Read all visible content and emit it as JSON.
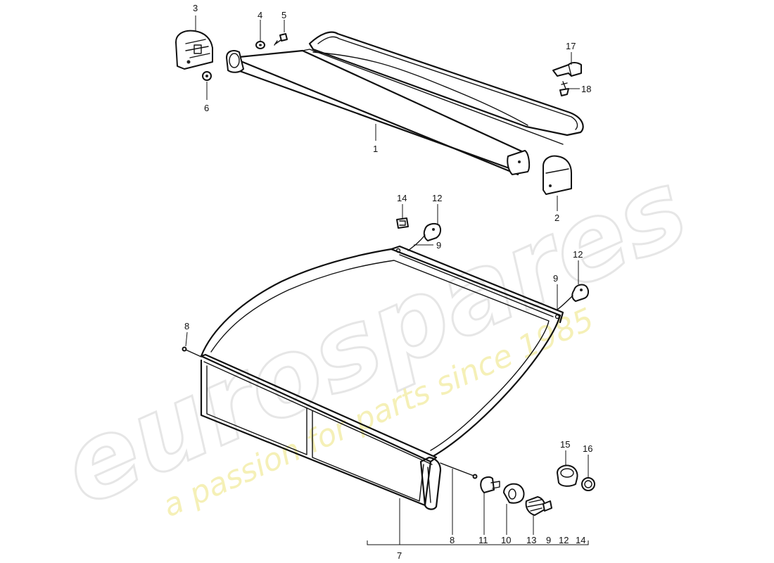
{
  "watermark": {
    "brand": "eurospares",
    "tagline": "a passion for parts since 1985",
    "brand_color": "#e6e6e6",
    "tagline_color": "#f2eca0"
  },
  "callouts": {
    "c1": "1",
    "c2": "2",
    "c3": "3",
    "c4": "4",
    "c5": "5",
    "c6": "6",
    "c17": "17",
    "c18": "18",
    "c14": "14",
    "c12a": "12",
    "c9a": "9",
    "c12b": "12",
    "c9b": "9",
    "c8a": "8",
    "c15": "15",
    "c16": "16",
    "c8b": "8",
    "c11": "11",
    "c10": "10",
    "c13": "13",
    "c9c": "9",
    "c12c": "12",
    "c14b": "14",
    "c7": "7"
  }
}
